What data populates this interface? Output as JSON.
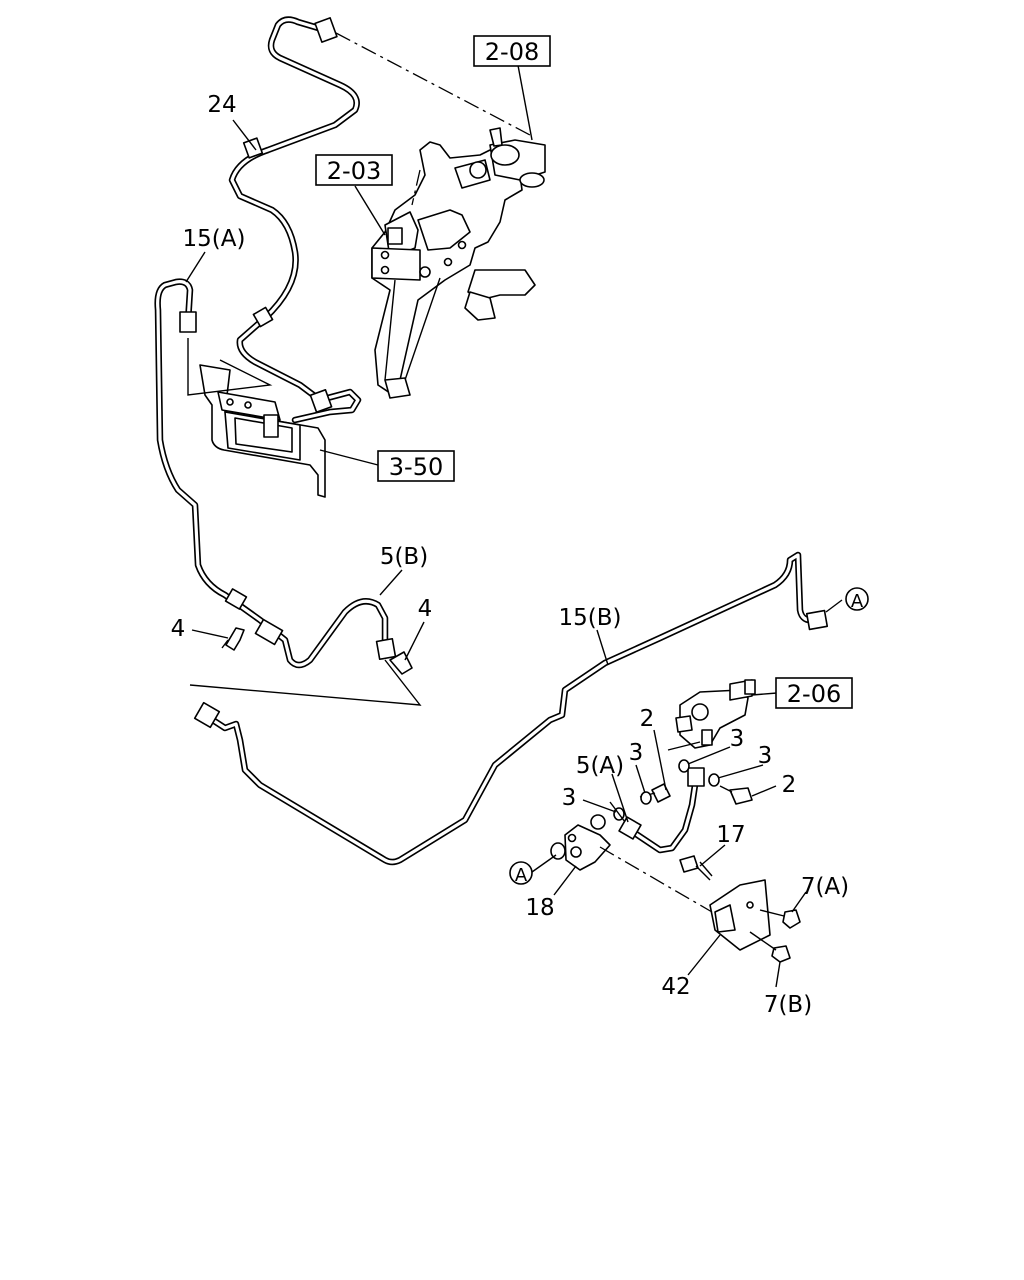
{
  "callouts": [
    {
      "id": "c24",
      "text": "24"
    },
    {
      "id": "c15a",
      "text": "15(A)"
    },
    {
      "id": "c5b",
      "text": "5(B)"
    },
    {
      "id": "c4l",
      "text": "4"
    },
    {
      "id": "c4r",
      "text": "4"
    },
    {
      "id": "c15b",
      "text": "15(B)"
    },
    {
      "id": "c2a",
      "text": "2"
    },
    {
      "id": "c3a",
      "text": "3"
    },
    {
      "id": "c3b",
      "text": "3"
    },
    {
      "id": "c3c",
      "text": "3"
    },
    {
      "id": "c5a",
      "text": "5(A)"
    },
    {
      "id": "c3d",
      "text": "3"
    },
    {
      "id": "c2b",
      "text": "2"
    },
    {
      "id": "c17",
      "text": "17"
    },
    {
      "id": "c7a",
      "text": "7(A)"
    },
    {
      "id": "c18",
      "text": "18"
    },
    {
      "id": "c42",
      "text": "42"
    },
    {
      "id": "c7b",
      "text": "7(B)"
    }
  ],
  "references": [
    {
      "id": "r208",
      "text": "2-08"
    },
    {
      "id": "r203",
      "text": "2-03"
    },
    {
      "id": "r350",
      "text": "3-50"
    },
    {
      "id": "r206",
      "text": "2-06"
    }
  ],
  "connectors": [
    {
      "id": "ca1",
      "text": "A"
    },
    {
      "id": "ca2",
      "text": "A"
    }
  ]
}
